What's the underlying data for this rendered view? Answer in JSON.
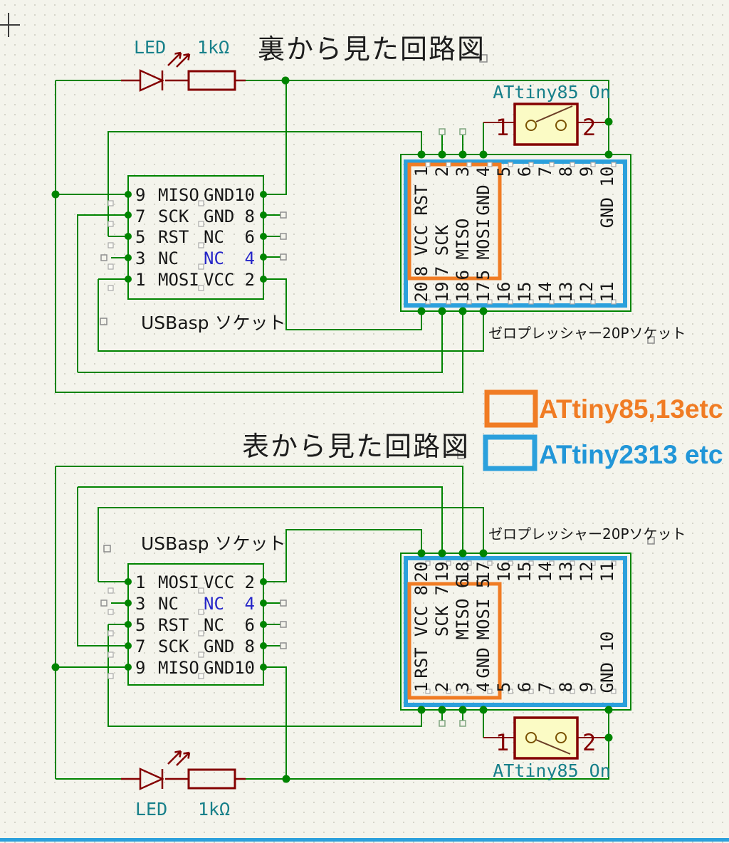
{
  "page": {
    "colors": {
      "background": "#f4f4ec",
      "wire_green": "#008400",
      "component_dark_red": "#840000",
      "label_teal": "#17808a",
      "text_black": "#161616",
      "nc_blue": "#2626c8",
      "legend_orange": "#f07c24",
      "legend_blue": "#2196d8",
      "switch_fill": "#fbfbc5"
    }
  },
  "titles": {
    "back": "裏から見た回路図",
    "front": "表から見た回路図"
  },
  "legend": {
    "orange_label": "ATtiny85,13etc",
    "blue_label": "ATtiny2313 etc"
  },
  "led": {
    "label": "LED"
  },
  "resistor": {
    "label": "1kΩ"
  },
  "switch": {
    "label": "ATtiny85 On",
    "pin1": "1",
    "pin2": "2"
  },
  "usbasp": {
    "label": "USBasp ソケット",
    "top_rows": [
      {
        "ln": "9",
        "ll": "MISO",
        "rl": "GND",
        "rn": "10"
      },
      {
        "ln": "7",
        "ll": "SCK",
        "rl": "GND",
        "rn": "8"
      },
      {
        "ln": "5",
        "ll": "RST",
        "rl": "NC",
        "rn": "6"
      },
      {
        "ln": "3",
        "ll": "NC",
        "rl": "NC",
        "rn": "4"
      },
      {
        "ln": "1",
        "ll": "MOSI",
        "rl": "VCC",
        "rn": "2"
      }
    ],
    "bottom_rows": [
      {
        "ln": "1",
        "ll": "MOSI",
        "rl": "VCC",
        "rn": "2"
      },
      {
        "ln": "3",
        "ll": "NC",
        "rl": "NC",
        "rn": "4"
      },
      {
        "ln": "5",
        "ll": "RST",
        "rl": "NC",
        "rn": "6"
      },
      {
        "ln": "7",
        "ll": "SCK",
        "rl": "GND",
        "rn": "8"
      },
      {
        "ln": "9",
        "ll": "MISO",
        "rl": "GND",
        "rn": "10"
      }
    ]
  },
  "zif": {
    "label": "ゼロプレッシャー20Pソケット",
    "top_socket": {
      "top_nums": [
        "1",
        "2",
        "3",
        "4",
        "5",
        "6",
        "7",
        "8",
        "9"
      ],
      "top_num10": "GND 10",
      "pin_names": {
        "c1": "RST",
        "c4": "GND"
      },
      "inner": [
        "8 VCC",
        "7 SCK",
        "6 MISO",
        "5 MOSI"
      ],
      "bottom_nums": [
        "20",
        "19",
        "18",
        "17",
        "16",
        "15",
        "14",
        "13",
        "12",
        "11"
      ]
    },
    "bottom_socket": {
      "top_nums": [
        "20",
        "19",
        "18",
        "17",
        "16",
        "15",
        "14",
        "13",
        "12",
        "11"
      ],
      "inner": [
        "VCC 8",
        "SCK 7",
        "MISO 6",
        "MOSI 5"
      ],
      "pin_names": {
        "c1": "RST",
        "c4": "GND"
      },
      "bottom_nums": [
        "1",
        "2",
        "3",
        "4",
        "5",
        "6",
        "7",
        "8",
        "9"
      ],
      "bottom_num10": "GND 10"
    }
  }
}
